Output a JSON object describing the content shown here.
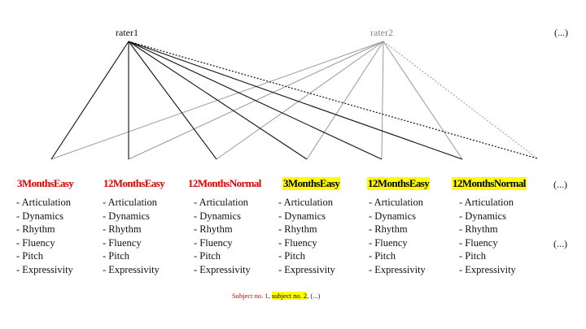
{
  "raters": [
    {
      "label": "rater1",
      "color": "#111111"
    },
    {
      "label": "rater2",
      "color": "#888888"
    }
  ],
  "more_raters": "(...)",
  "more_conditions": "(...)",
  "more_criteria": "(...)",
  "conditions": [
    {
      "label": "3MonthsEasy",
      "subject": 1
    },
    {
      "label": "12MonthsEasy",
      "subject": 1
    },
    {
      "label": "12MonthsNormal",
      "subject": 1
    },
    {
      "label": "3MonthsEasy",
      "subject": 2
    },
    {
      "label": "12MonthsEasy",
      "subject": 2
    },
    {
      "label": "12MonthsNormal",
      "subject": 2
    }
  ],
  "criteria": [
    "Articulation",
    "Dynamics",
    "Rhythm",
    "Fluency",
    "Pitch",
    "Expressivity"
  ],
  "caption": {
    "subject1": "Subject no. 1",
    "sep1": ", ",
    "subject2": "subject no. 2",
    "sep2": ", ",
    "more": "(...)"
  },
  "colors": {
    "subject1_text": "#e00000",
    "subject2_highlight": "#ffff00",
    "rater1_lines": "#111111",
    "rater2_lines": "#999999"
  }
}
